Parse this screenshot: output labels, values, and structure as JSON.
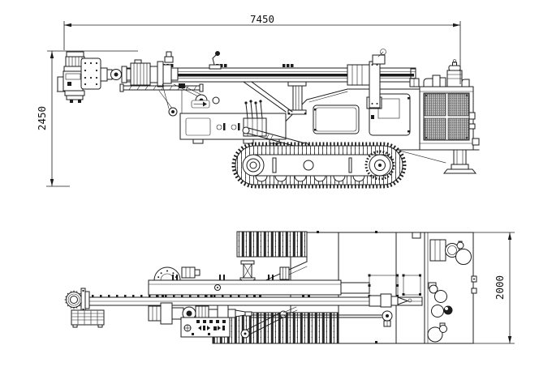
{
  "meta": {
    "background": "#ffffff",
    "line_color": "#1c1c1c",
    "drawing_type": "engineering drawing, side and plan view of crawler drilling rig"
  },
  "dimensions": {
    "overall_length": "7450",
    "overall_height": "2450",
    "overall_width": "2000"
  }
}
